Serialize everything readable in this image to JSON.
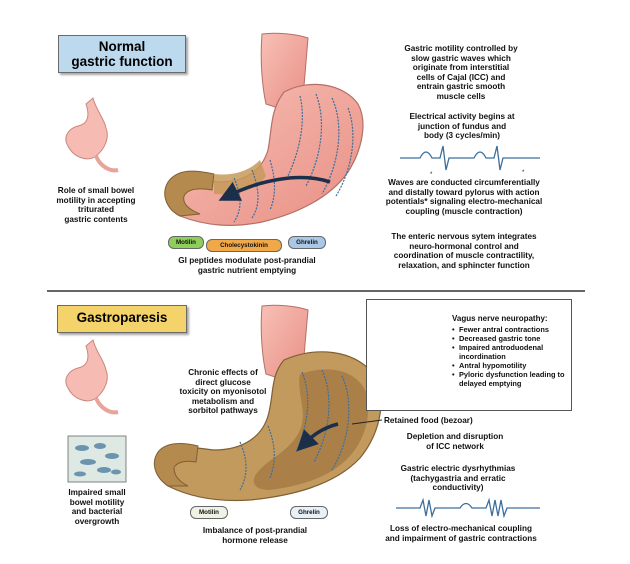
{
  "normal": {
    "title_line1": "Normal",
    "title_line2": "gastric function",
    "motility": [
      "Gastric motility controlled by",
      "slow gastric waves which",
      "originate from interstitial",
      "cells of Cajal (ICC) and",
      "entrain gastric smooth",
      "muscle cells"
    ],
    "electrical": [
      "Electrical activity begins at",
      "junction of fundus and",
      "body (3 cycles/min)"
    ],
    "waves": [
      "Waves are conducted circumferentially",
      "and distally toward pylorus with action",
      "potentials* signaling electro-mechanical",
      "coupling (muscle contraction)"
    ],
    "enteric": [
      "The enteric nervous sytem integrates",
      "neuro-hormonal control and",
      "coordination of muscle contractility,",
      "relaxation, and sphincter function"
    ],
    "small_bowel": [
      "Role of small bowel",
      "motility in accepting",
      "triturated",
      "gastric contents"
    ],
    "pills": [
      "Motilin",
      "Cholecystokinin",
      "Ghrelin"
    ],
    "gi_peptides": [
      "GI peptides modulate post-prandial",
      "gastric nutrient emptying"
    ]
  },
  "gastroparesis": {
    "title": "Gastroparesis",
    "chronic": [
      "Chronic effects of",
      "direct glucose",
      "toxicity on myonisotol",
      "metabolism and",
      "sorbitol pathways"
    ],
    "vagus_title": "Vagus nerve neuropathy:",
    "vagus_items": [
      "Fewer antral contractions",
      "Decreased gastric tone",
      "Impaired antroduodenal incordination",
      "Antral hypomotility",
      "Pyloric dysfunction leading to delayed emptying"
    ],
    "retained": "Retained food (bezoar)",
    "depletion": [
      "Depletion and disruption",
      "of ICC network"
    ],
    "dysrhythmia": [
      "Gastric electric dysrhythmias",
      "(tachygastria and erratic",
      "conductivity)"
    ],
    "loss": [
      "Loss of electro-mechanical coupling",
      "and impairment of gastric contractions"
    ],
    "small_bowel": [
      "Impaired small",
      "bowel motility",
      "and bacterial",
      "overgrowth"
    ],
    "pills": [
      "Motilin",
      "Ghrelin"
    ],
    "imbalance": [
      "Imbalance of post-prandial",
      "hormone release"
    ]
  },
  "colors": {
    "normal_title_bg": "#bcd9ee",
    "gastro_title_bg": "#f4d36b",
    "stomach_pink": "#f2a79d",
    "food_brown": "#b58a4e",
    "wave_blue": "#3d6f9c",
    "motilin_green": "#8dcf5a",
    "cck_orange": "#f0a848",
    "ghrelin_blue": "#a9c8e8"
  }
}
